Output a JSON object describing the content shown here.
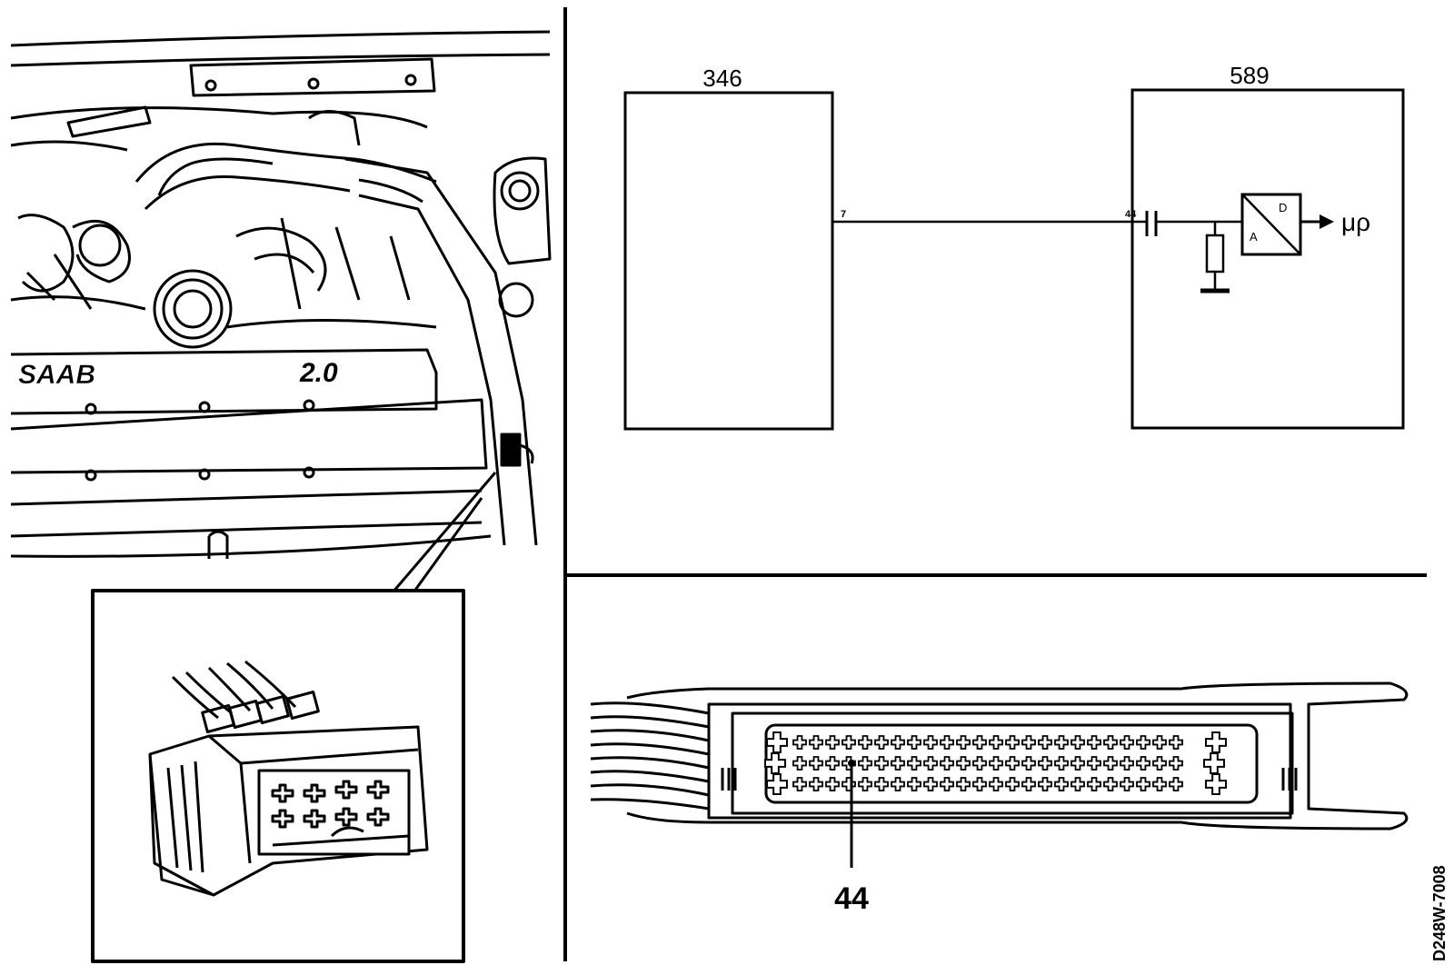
{
  "engine_view": {
    "badge_brand": "SAAB",
    "badge_displacement": "2.0"
  },
  "schematic": {
    "module_left": {
      "id": "346",
      "pin": "7"
    },
    "module_right": {
      "id": "589",
      "pin": "44"
    },
    "converter": {
      "input_label": "A",
      "output_label": "D"
    },
    "output_label": "μρ"
  },
  "connector_view": {
    "callout_pin": "44"
  },
  "drawing_ref": "D248W-7008",
  "colors": {
    "ink": "#000000",
    "paper": "#ffffff"
  }
}
